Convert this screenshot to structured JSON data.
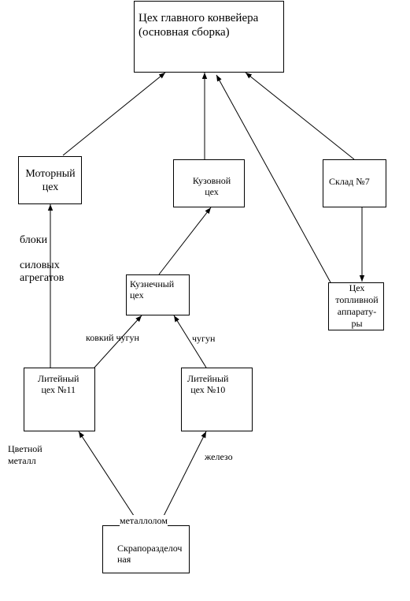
{
  "nodes": {
    "main": "Цех главного конвейера\n(основная сборка)",
    "motor": "Моторный\nцех",
    "body": "Кузовной\nцех",
    "warehouse": "Склад №7",
    "forge": "Кузнечный\nцех",
    "fuel": "Цех\nтопливной\nаппарату-\nры",
    "foundry11": "Литейный\nцех №11",
    "foundry10": "Литейный\nцех №10",
    "scrap": "Скрапоразделоч\nная"
  },
  "edge_labels": {
    "engine_blocks": "блоки\n\nсиловых\nагрегатов",
    "malleable_iron": "ковкий чугун",
    "cast_iron": "чугун",
    "nonferrous": "Цветной\nметалл",
    "iron": "железо",
    "scrap_metal": "металлолом"
  }
}
